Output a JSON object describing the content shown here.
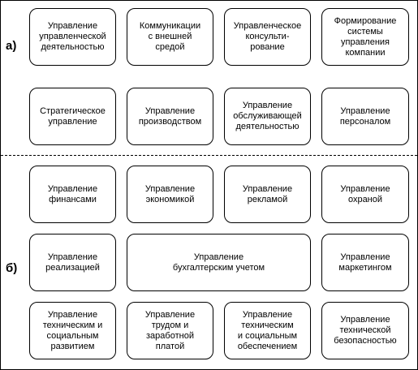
{
  "sections": {
    "a_label": "а)",
    "b_label": "б)"
  },
  "section_a": {
    "row1": [
      "Управление\nуправленческой\nдеятельностью",
      "Коммуникации\nс внешней\nсредой",
      "Управленческое\nконсульти-\nрование",
      "Формирование\nсистемы\nуправления\nкомпании"
    ],
    "row2": [
      "Стратегическое\nуправление",
      "Управление\nпроизводством",
      "Управление\nобслуживающей\nдеятельностью",
      "Управление\nперсоналом"
    ]
  },
  "section_b": {
    "row1": [
      "Управление\nфинансами",
      "Управление\nэкономикой",
      "Управление\nрекламой",
      "Управление\nохраной"
    ],
    "row2": [
      "Управление\nреализацией",
      "Управление\nбухгалтерским учетом",
      "Управление\nмаркетингом"
    ],
    "row3": [
      "Управление\nтехническим и\nсоциальным\nразвитием",
      "Управление\nтрудом и\nзаработной\nплатой",
      "Управление\nтехническим\nи социальным\nобеспечением",
      "Управление\nтехнической\nбезопасностью"
    ]
  }
}
